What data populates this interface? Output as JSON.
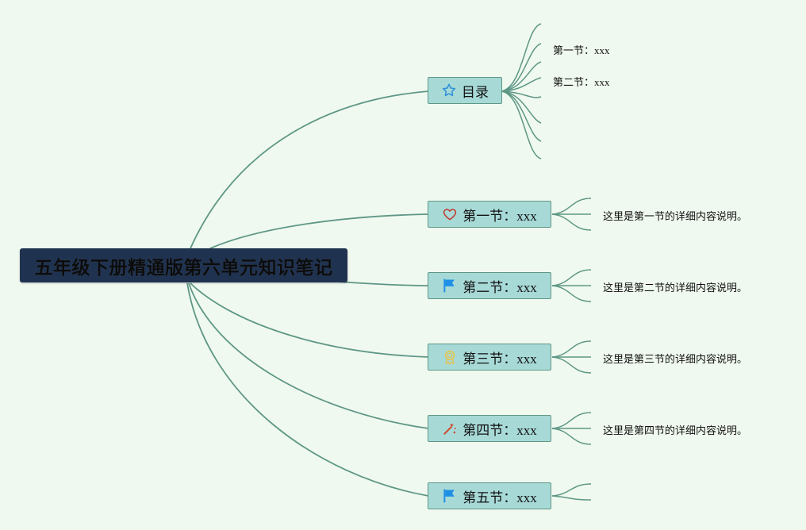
{
  "root": {
    "title": "五年级下册精通版第六单元知识笔记"
  },
  "toc": {
    "label": "目录",
    "icon": "star-icon",
    "items": [
      "第一节：xxx",
      "第二节：xxx"
    ]
  },
  "sections": [
    {
      "label": "第一节：xxx",
      "icon": "heart-icon",
      "note": "这里是第一节的详细内容说明。"
    },
    {
      "label": "第二节：xxx",
      "icon": "flag-icon",
      "note": "这里是第二节的详细内容说明。"
    },
    {
      "label": "第三节：xxx",
      "icon": "medal-icon",
      "note": "这里是第三节的详细内容说明。"
    },
    {
      "label": "第四节：xxx",
      "icon": "magic-wand-icon",
      "note": "这里是第四节的详细内容说明。"
    },
    {
      "label": "第五节：xxx",
      "icon": "flag-icon",
      "note": ""
    }
  ],
  "colors": {
    "background": "#f0f9ef",
    "root_fill": "#1f3250",
    "topic_fill": "#a7d9d7",
    "line": "#5e9786",
    "star": "#2f8fd6",
    "heart": "#c0392b",
    "flag": "#1e90e6",
    "medal": "#e6c34a",
    "wand": "#d0472c"
  }
}
